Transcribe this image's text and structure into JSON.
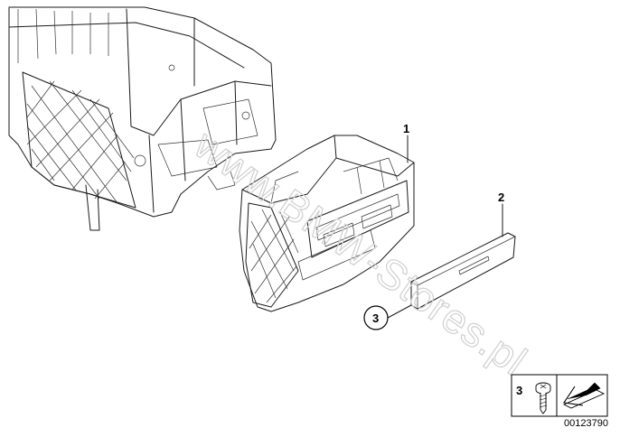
{
  "diagram": {
    "callouts": [
      {
        "id": "callout-1",
        "label": "1"
      },
      {
        "id": "callout-2",
        "label": "2"
      },
      {
        "id": "callout-3",
        "label": "3"
      }
    ],
    "watermark": "www.BMW-Stores.pl",
    "legend": {
      "item_label": "3",
      "screw_icon": "screw-icon",
      "arrow_icon": "arrow-icon"
    },
    "part_number": "00123790"
  }
}
